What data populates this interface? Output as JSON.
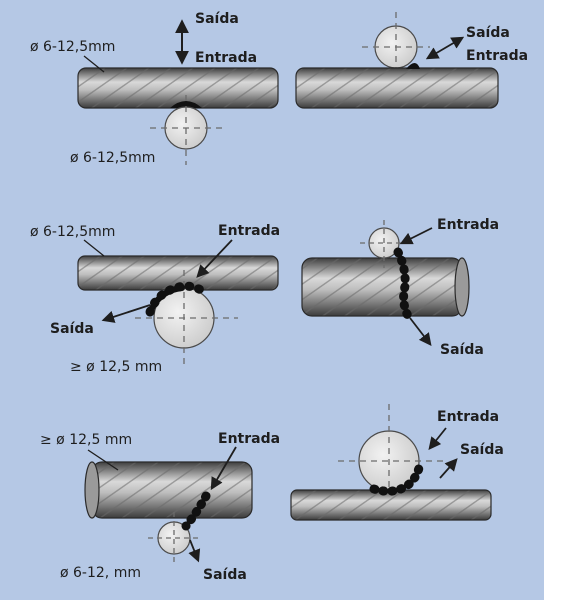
{
  "colors": {
    "background": "#b5c8e5",
    "rod_light": "#dcdcdc",
    "rod_dark": "#3e3e3e",
    "cross_bar": "#e6e6e6",
    "weld": "#111111",
    "text": "#1e1e1e"
  },
  "panel_1": {
    "rod_dia": "ø 6-12,5mm",
    "bar_dia": "ø 6-12,5mm",
    "exit": "Saída",
    "entry": "Entrada"
  },
  "panel_2": {
    "exit": "Saída",
    "entry": "Entrada"
  },
  "panel_3": {
    "rod_dia": "ø 6-12,5mm",
    "bar_dia": "≥ ø 12,5 mm",
    "entry": "Entrada",
    "exit": "Saída"
  },
  "panel_4": {
    "entry": "Entrada",
    "exit": "Saída"
  },
  "panel_5": {
    "rod_dia": "≥ ø 12,5 mm",
    "bar_dia": "ø 6-12,  mm",
    "entry": "Entrada",
    "exit": "Saída"
  },
  "panel_6": {
    "entry": "Entrada",
    "exit": "Saída"
  }
}
